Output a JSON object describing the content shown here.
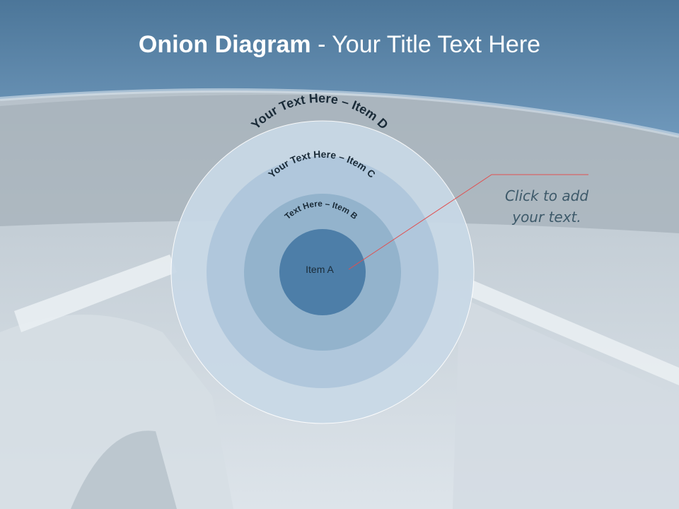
{
  "title": {
    "bold": "Onion Diagram",
    "rest": " - Your Title Text Here"
  },
  "onion": {
    "layers": [
      {
        "label": "Your Text Here – Item D",
        "color": "#c9d9e7"
      },
      {
        "label": "Your Text Here – Item C",
        "color": "#b0c7dc"
      },
      {
        "label": "Text Here – Item B",
        "color": "#93b3cc"
      },
      {
        "label": "Item A",
        "color": "#4d7ea8"
      }
    ]
  },
  "callout": {
    "text": "Click  to add your text.",
    "line_color": "#e05050"
  },
  "colors": {
    "header": "#5b87ab",
    "text_dark": "#1a2b38"
  }
}
